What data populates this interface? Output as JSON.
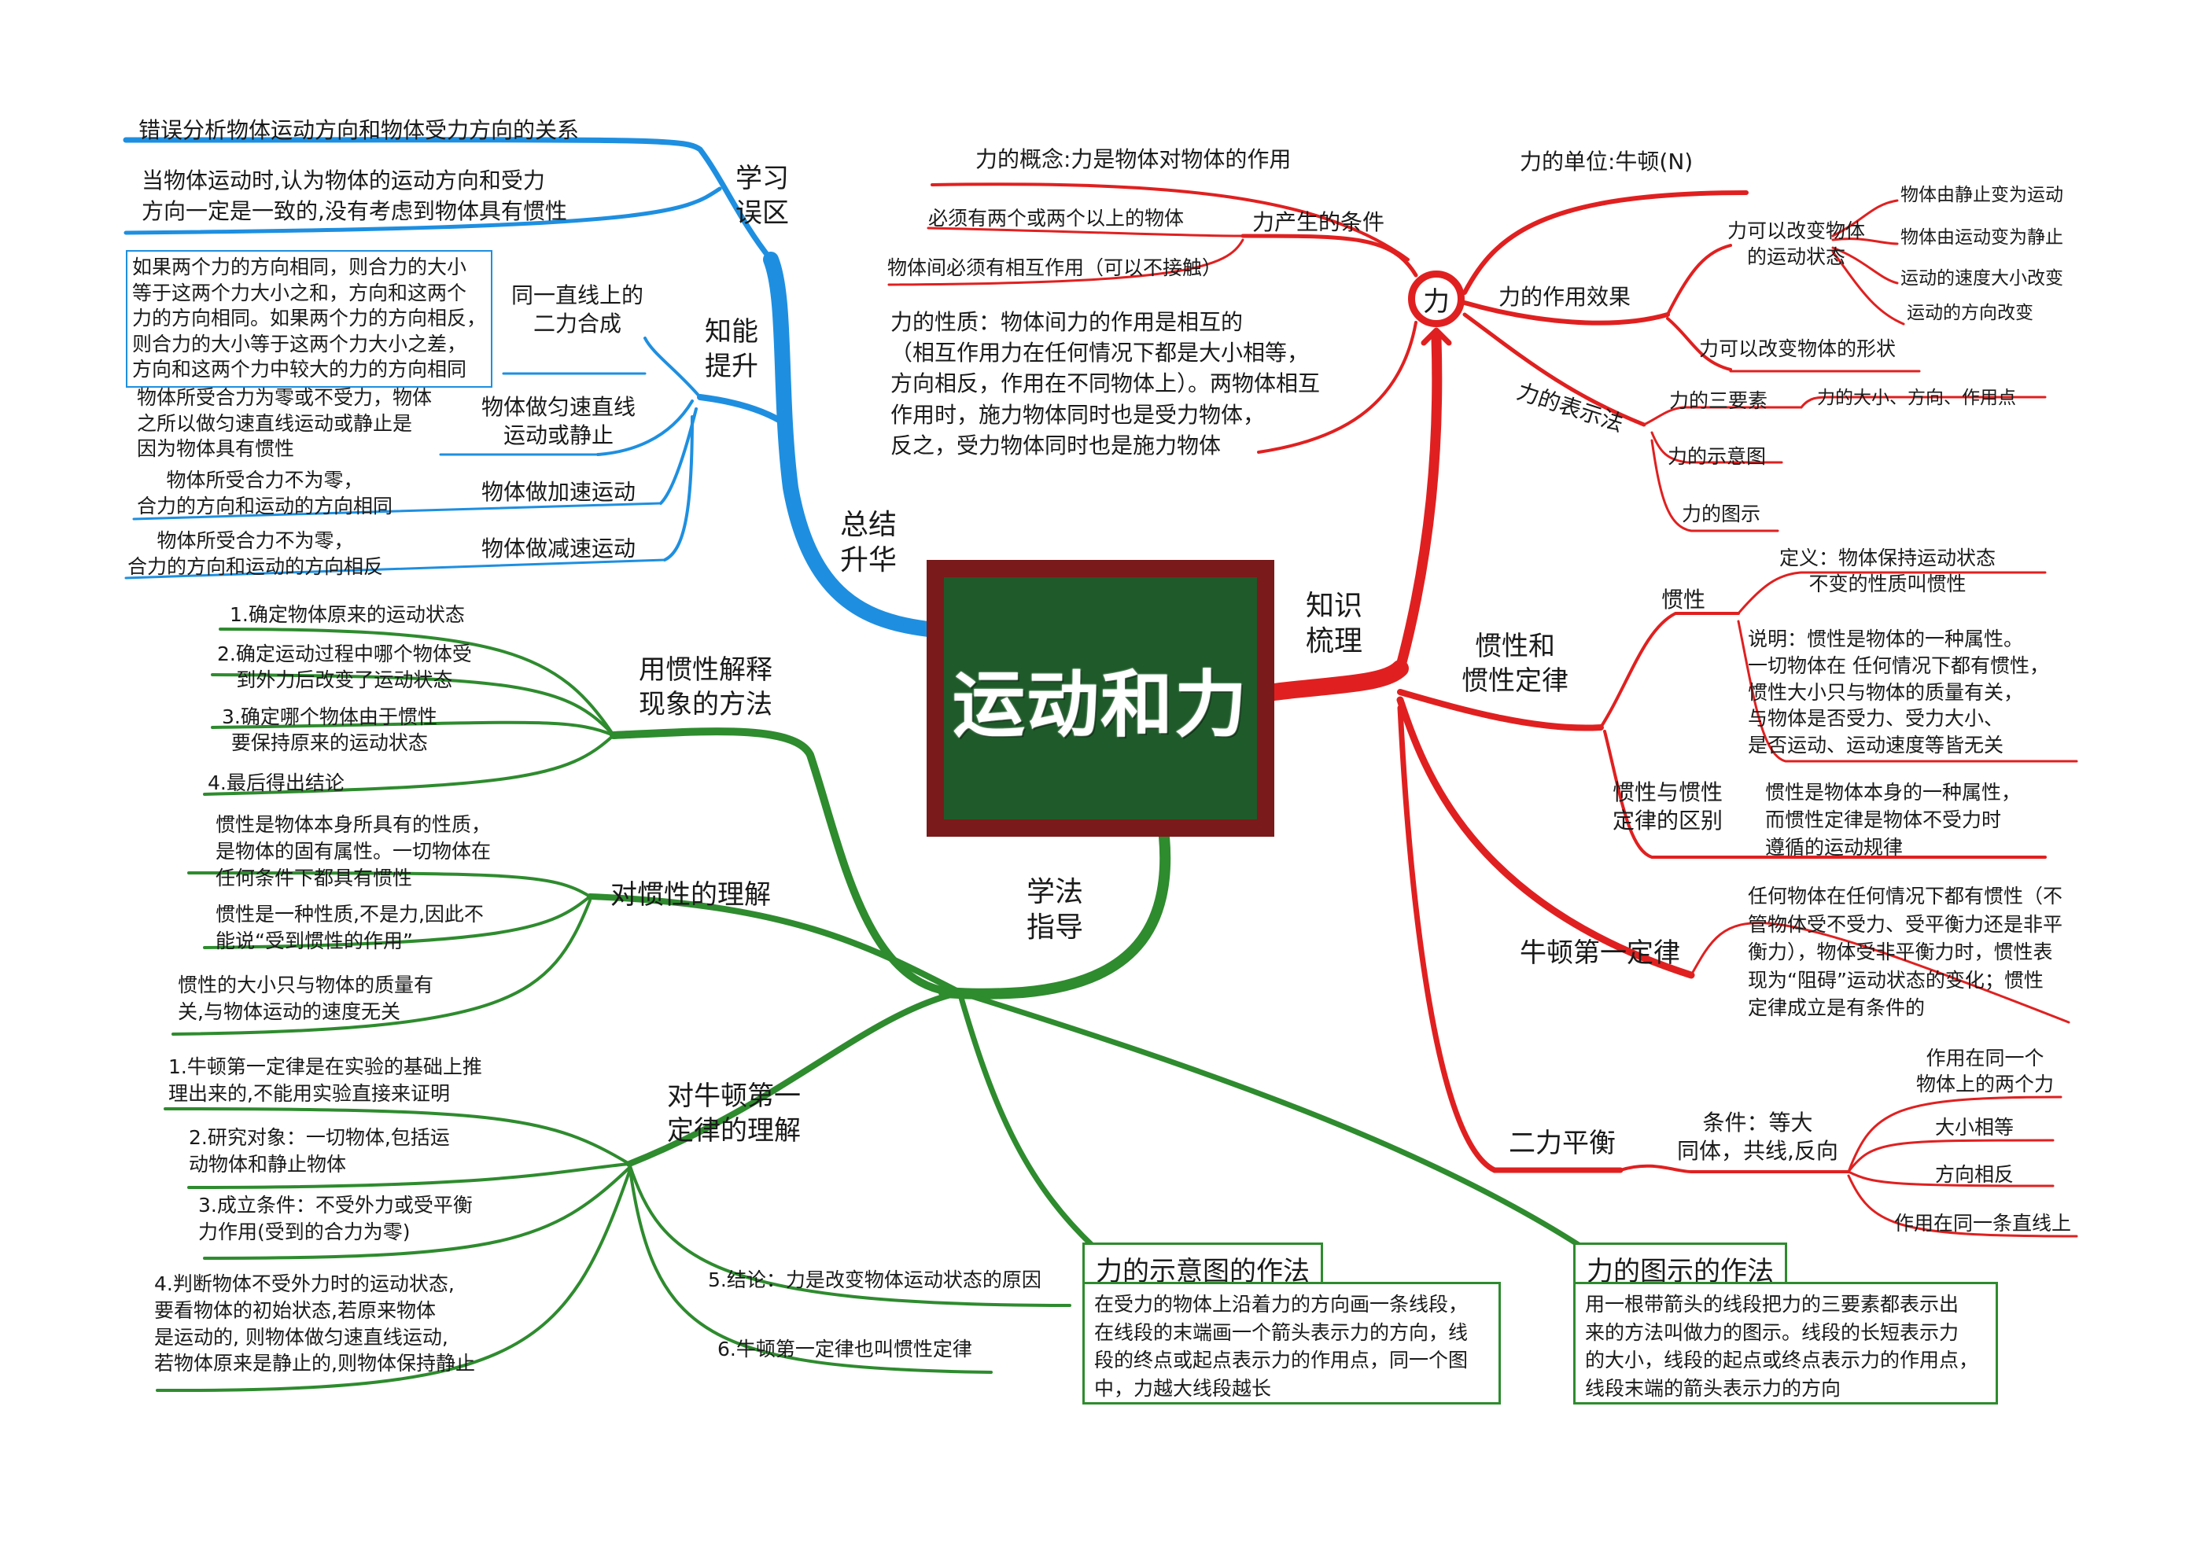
{
  "center": {
    "title": "运动和力"
  },
  "main_branches": {
    "summary": "总结\n升华",
    "knowledge": "知识\n梳理",
    "method": "学法\n指导"
  },
  "force": {
    "circle": "力",
    "concept": "力的概念:力是物体对物体的作用",
    "unit": "力的单位:牛顿(N)",
    "condition_label": "力产生的条件",
    "condition_1": "必须有两个或两个以上的物体",
    "condition_2": "物体间必须有相互作用（可以不接触）",
    "property": "力的性质：物体间力的作用是相互的\n（相互作用力在任何情况下都是大小相等，\n方向相反，作用在不同物体上）。两物体相互\n作用时，施力物体同时也是受力物体，\n反之，受力物体同时也是施力物体",
    "effect_label": "力的作用效果",
    "effect_motion": "力可以改变物体\n的运动状态",
    "effect_m1": "物体由静止变为运动",
    "effect_m2": "物体由运动变为静止",
    "effect_m3": "运动的速度大小改变",
    "effect_m4": "运动的方向改变",
    "effect_shape": "力可以改变物体的形状",
    "rep_label": "力的表示法",
    "rep_elements": "力的三要素",
    "rep_elements_detail": "力的大小、方向、作用点",
    "rep_schematic": "力的示意图",
    "rep_diagram": "力的图示"
  },
  "inertia": {
    "label": "惯性和\n惯性定律",
    "inertia_label": "惯性",
    "definition": "定义：物体保持运动状态\n不变的性质叫惯性",
    "explanation": "说明：惯性是物体的一种属性。\n一切物体在 任何情况下都有惯性，\n惯性大小只与物体的质量有关，\n与物体是否受力、受力大小、\n是否运动、运动速度等皆无关",
    "diff_label": "惯性与惯性\n定律的区别",
    "diff_text": "惯性是物体本身的一种属性，\n而惯性定律是物体不受力时\n遵循的运动规律",
    "newton_label": "牛顿第一定律",
    "newton_text": "任何物体在任何情况下都有惯性（不\n管物体受不受力、受平衡力还是非平\n衡力），物体受非平衡力时，惯性表\n现为“阻碍”运动状态的变化；惯性\n定律成立是有条件的"
  },
  "balance": {
    "label": "二力平衡",
    "condition": "条件：等大\n同体，共线,反向",
    "c1": "作用在同一个\n物体上的两个力",
    "c2": "大小相等",
    "c3": "方向相反",
    "c4": "作用在同一条直线上"
  },
  "summary_branch": {
    "mistakes_label": "学习\n误区",
    "mistake_1": "错误分析物体运动方向和物体受力方向的关系",
    "mistake_2": "当物体运动时,认为物体的运动方向和受力\n方向一定是一致的,没有考虑到物体具有惯性",
    "ability_label": "知能\n提升",
    "resultant_label": "同一直线上的\n二力合成",
    "resultant_text": "如果两个力的方向相同，则合力的大小\n等于这两个力大小之和，方向和这两个\n力的方向相同。如果两个力的方向相反，\n则合力的大小等于这两个力大小之差，\n方向和这两个力中较大的力的方向相同",
    "uniform_label": "物体做匀速直线\n运动或静止",
    "uniform_text": "物体所受合力为零或不受力，物体\n之所以做匀速直线运动或静止是\n因为物体具有惯性",
    "accel_label": "物体做加速运动",
    "accel_text": "物体所受合力不为零，\n合力的方向和运动的方向相同",
    "decel_label": "物体做减速运动",
    "decel_text": "物体所受合力不为零，\n合力的方向和运动的方向相反"
  },
  "method_branch": {
    "explain_label": "用惯性解释\n现象的方法",
    "explain_1": "1.确定物体原来的运动状态",
    "explain_2": "2.确定运动过程中哪个物体受\n到外力后改变了运动状态",
    "explain_3": "3.确定哪个物体由于惯性\n要保持原来的运动状态",
    "explain_4": "4.最后得出结论",
    "understand_label": "对惯性的理解",
    "understand_1": "惯性是物体本身所具有的性质，\n是物体的固有属性。一切物体在\n任何条件下都具有惯性",
    "understand_2": "惯性是一种性质,不是力,因此不\n能说“受到惯性的作用”",
    "understand_3": "惯性的大小只与物体的质量有\n关,与物体运动的速度无关",
    "newton_label": "对牛顿第一\n定律的理解",
    "newton_1": "1.牛顿第一定律是在实验的基础上推\n理出来的,不能用实验直接来证明",
    "newton_2": "2.研究对象：一切物体,包括运\n动物体和静止物体",
    "newton_3": "3.成立条件：不受外力或受平衡\n力作用(受到的合力为零)",
    "newton_4": "4.判断物体不受外力时的运动状态,\n要看物体的初始状态,若原来物体\n是运动的, 则物体做匀速直线运动,\n若物体原来是静止的,则物体保持静止",
    "newton_5": "5.结论：力是改变物体运动状态的原因",
    "newton_6": "6.牛顿第一定律也叫惯性定律",
    "schematic_title": "力的示意图的作法",
    "schematic_text": "在受力的物体上沿着力的方向画一条线段，\n在线段的末端画一个箭头表示力的方向，线\n段的终点或起点表示力的作用点，同一个图\n中，力越大线段越长",
    "diagram_title": "力的图示的作法",
    "diagram_text": "用一根带箭头的线段把力的三要素都表示出\n来的方法叫做力的图示。线段的长短表示力\n的大小，线段的起点或终点表示力的作用点，\n线段末端的箭头表示力的方向"
  },
  "colors": {
    "red": "#e02020",
    "blue": "#1e8fe0",
    "green": "#2e8b2e",
    "center_frame": "#7a1a1a",
    "center_fill": "#1e5a2a"
  }
}
